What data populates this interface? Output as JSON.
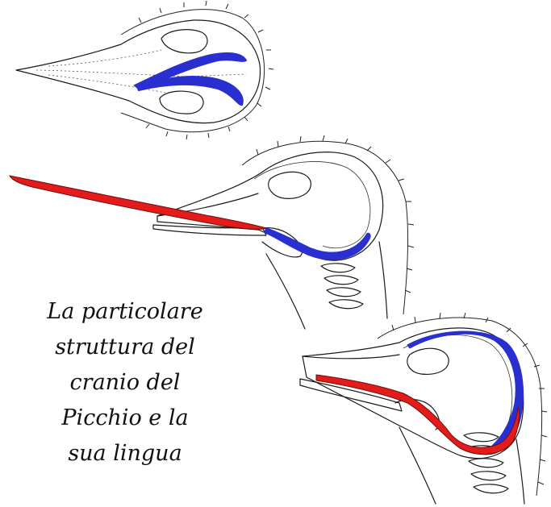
{
  "caption": {
    "lines": [
      "La particolare",
      "struttura del",
      "cranio del",
      "Picchio e la",
      "sua lingua"
    ]
  },
  "colors": {
    "tongue_red": "#e21b1b",
    "hyoid_blue": "#2a2fd0",
    "ink": "#1a1a1a",
    "background": "#ffffff"
  },
  "figures": [
    {
      "name": "skull-top-view",
      "highlight": "hyoid horns (blue)"
    },
    {
      "name": "skull-side-tongue-extended",
      "highlight": "tongue extended (red) with hyoid (blue)"
    },
    {
      "name": "skull-side-tongue-retracted",
      "highlight": "tongue retracted (red) with hyoid wrapping skull (blue)"
    }
  ]
}
